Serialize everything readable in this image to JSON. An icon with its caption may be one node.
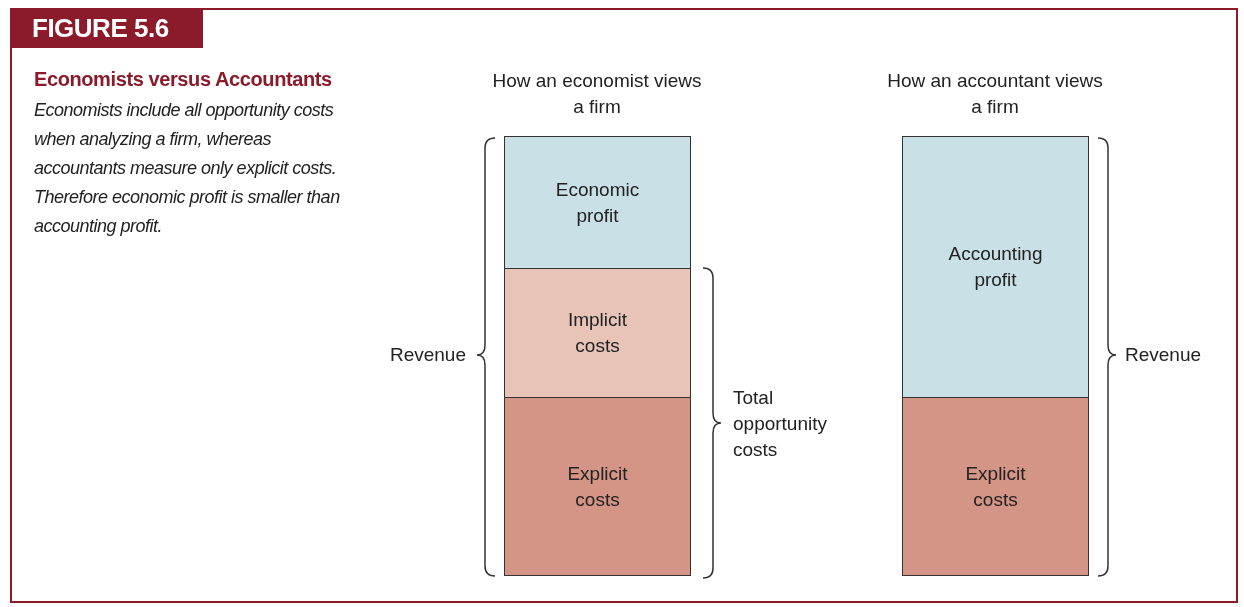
{
  "diagram": {
    "title": "FIGURE 5.6",
    "nodes": [
      {
        "text": [
          "Economic profit"
        ]
      },
      {
        "text": [
          "Implicit costs"
        ]
      },
      {
        "text": [
          "Explicit costs"
        ]
      },
      {
        "text": [
          "Accounting profit"
        ]
      },
      {
        "text": [
          "Explicit costs"
        ]
      }
    ],
    "labels": [
      "Economists versus Accountants",
      "Economists include all opportunity costs when analyzing a firm, whereas accountants measure only explicit costs. Therefore economic profit is smaller than accounting profit.",
      "How an economist views a firm",
      "How an accountant views a firm",
      "Revenue",
      "Total opportunity costs",
      "Revenue"
    ]
  }
}
